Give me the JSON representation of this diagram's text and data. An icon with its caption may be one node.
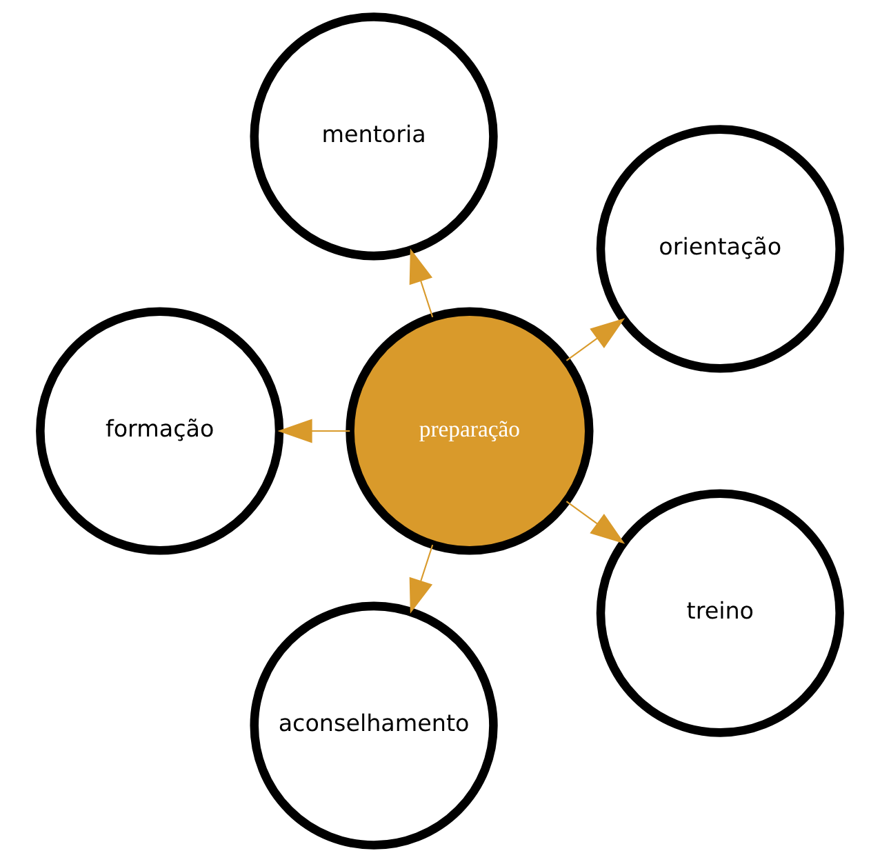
{
  "diagram": {
    "nodes": [
      {
        "text": [
          "orientação"
        ]
      },
      {
        "text": [
          "mentoria"
        ]
      },
      {
        "text": [
          "formação"
        ]
      },
      {
        "text": [
          "preparação"
        ]
      },
      {
        "text": [
          "aconselhamento"
        ]
      },
      {
        "text": [
          "treino"
        ]
      }
    ],
    "edges": [
      {
        "from": 3,
        "to": 0,
        "arrow": "to"
      },
      {
        "from": 3,
        "to": 2,
        "arrow": "to"
      },
      {
        "from": 3,
        "to": 5,
        "arrow": "to"
      },
      {
        "from": 3,
        "to": 4,
        "arrow": "to"
      },
      {
        "from": 3,
        "to": 1,
        "arrow": "to"
      }
    ]
  }
}
